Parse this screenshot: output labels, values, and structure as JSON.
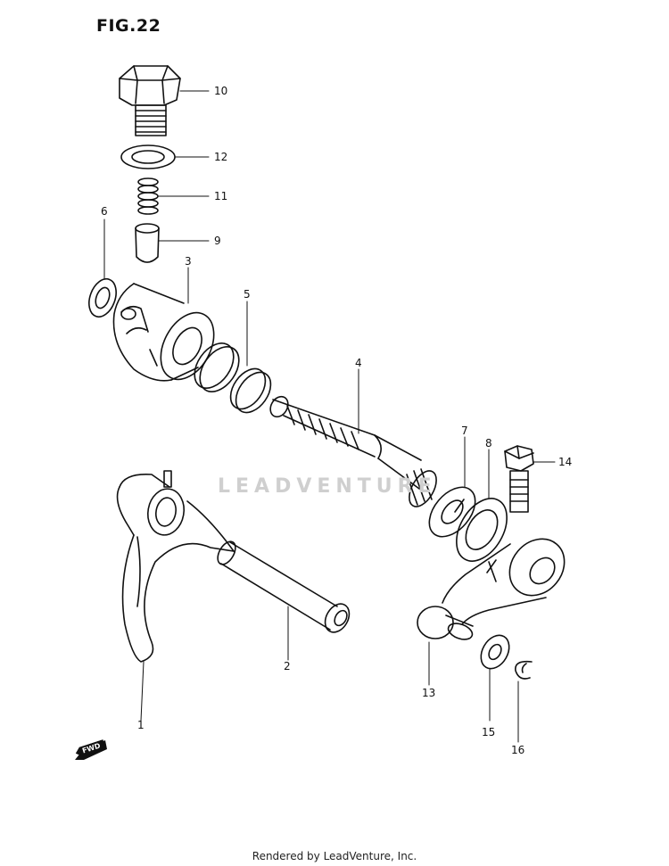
{
  "figure": {
    "title": "FIG.22"
  },
  "footer": {
    "text": "Rendered by LeadVenture, Inc."
  },
  "watermark": {
    "text": "LEADVENTURE"
  },
  "fwd": {
    "label": "FWD"
  },
  "callouts": [
    {
      "id": "10",
      "label": "10"
    },
    {
      "id": "12",
      "label": "12"
    },
    {
      "id": "11",
      "label": "11"
    },
    {
      "id": "9",
      "label": "9"
    },
    {
      "id": "6",
      "label": "6"
    },
    {
      "id": "3",
      "label": "3"
    },
    {
      "id": "5",
      "label": "5"
    },
    {
      "id": "4",
      "label": "4"
    },
    {
      "id": "7",
      "label": "7"
    },
    {
      "id": "8",
      "label": "8"
    },
    {
      "id": "14",
      "label": "14"
    },
    {
      "id": "2",
      "label": "2"
    },
    {
      "id": "13",
      "label": "13"
    },
    {
      "id": "1",
      "label": "1"
    },
    {
      "id": "15",
      "label": "15"
    },
    {
      "id": "16",
      "label": "16"
    }
  ]
}
